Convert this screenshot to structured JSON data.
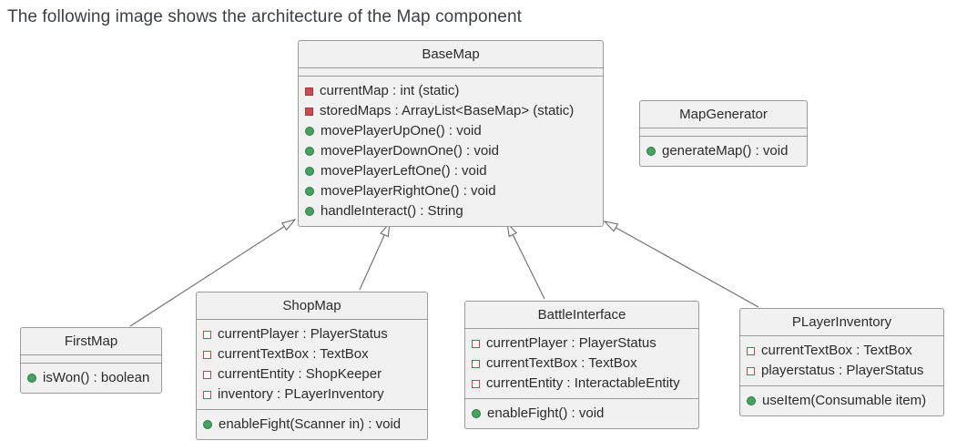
{
  "title": "The following image shows the architecture of the Map component",
  "colors": {
    "box_fill": "#f1f1f1",
    "box_border": "#9a9a9a",
    "static_field_icon": "#cb4b52",
    "private_field_icon_border": "#c8454d",
    "public_method_icon": "#45a35f",
    "arrow_line": "#6b6b6b",
    "title_text": "#3c4043"
  },
  "classes": [
    {
      "name": "BaseMap",
      "sections": [
        {
          "rows": []
        },
        {
          "rows": [
            {
              "icon": "static-private-field",
              "text": "currentMap : int (static)"
            },
            {
              "icon": "static-private-field",
              "text": "storedMaps : ArrayList<BaseMap> (static)"
            },
            {
              "icon": "public-method",
              "text": "movePlayerUpOne() : void"
            },
            {
              "icon": "public-method",
              "text": "movePlayerDownOne() : void"
            },
            {
              "icon": "public-method",
              "text": "movePlayerLeftOne() : void"
            },
            {
              "icon": "public-method",
              "text": "movePlayerRightOne() : void"
            },
            {
              "icon": "public-method",
              "text": "handleInteract() : String"
            }
          ]
        }
      ]
    },
    {
      "name": "MapGenerator",
      "sections": [
        {
          "rows": []
        },
        {
          "rows": [
            {
              "icon": "public-method",
              "text": "generateMap() : void"
            }
          ]
        }
      ]
    },
    {
      "name": "FirstMap",
      "sections": [
        {
          "rows": []
        },
        {
          "rows": [
            {
              "icon": "public-method",
              "text": "isWon() : boolean"
            }
          ]
        }
      ]
    },
    {
      "name": "ShopMap",
      "sections": [
        {
          "rows": [
            {
              "icon": "private-field",
              "text": "currentPlayer : PlayerStatus"
            },
            {
              "icon": "private-field",
              "text": "currentTextBox : TextBox"
            },
            {
              "icon": "private-field",
              "text": "currentEntity : ShopKeeper"
            },
            {
              "icon": "private-field",
              "text": "inventory : PLayerInventory"
            }
          ]
        },
        {
          "rows": [
            {
              "icon": "public-method",
              "text": "enableFight(Scanner in) : void"
            }
          ]
        }
      ]
    },
    {
      "name": "BattleInterface",
      "sections": [
        {
          "rows": [
            {
              "icon": "private-field",
              "text": "currentPlayer : PlayerStatus"
            },
            {
              "icon": "private-field",
              "text": "currentTextBox : TextBox"
            },
            {
              "icon": "private-field",
              "text": "currentEntity : InteractableEntity"
            }
          ]
        },
        {
          "rows": [
            {
              "icon": "public-method",
              "text": "enableFight() : void"
            }
          ]
        }
      ]
    },
    {
      "name": "PLayerInventory",
      "sections": [
        {
          "rows": [
            {
              "icon": "private-field",
              "text": "currentTextBox : TextBox"
            },
            {
              "icon": "private-field",
              "text": "playerstatus : PlayerStatus"
            }
          ]
        },
        {
          "rows": [
            {
              "icon": "public-method",
              "text": "useItem(Consumable item)"
            }
          ]
        }
      ]
    }
  ],
  "relations": [
    {
      "from": "FirstMap",
      "to": "BaseMap",
      "type": "inheritance"
    },
    {
      "from": "ShopMap",
      "to": "BaseMap",
      "type": "inheritance"
    },
    {
      "from": "BattleInterface",
      "to": "BaseMap",
      "type": "inheritance"
    },
    {
      "from": "PLayerInventory",
      "to": "BaseMap",
      "type": "inheritance"
    }
  ]
}
